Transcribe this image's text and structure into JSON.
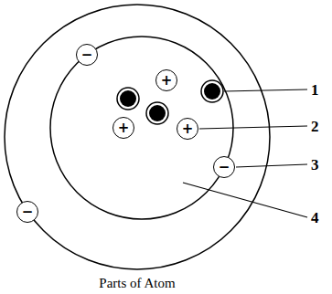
{
  "diagram": {
    "caption": "Parts of Atom",
    "nodes": [
      {
        "text": [
          "−"
        ]
      },
      {
        "text": [
          "+"
        ]
      },
      {
        "text": [
          "+"
        ]
      },
      {
        "text": [
          "+"
        ]
      },
      {
        "text": [
          "−"
        ]
      },
      {
        "text": [
          "−"
        ]
      }
    ],
    "labels": [
      "1",
      "2",
      "3",
      "4"
    ]
  }
}
